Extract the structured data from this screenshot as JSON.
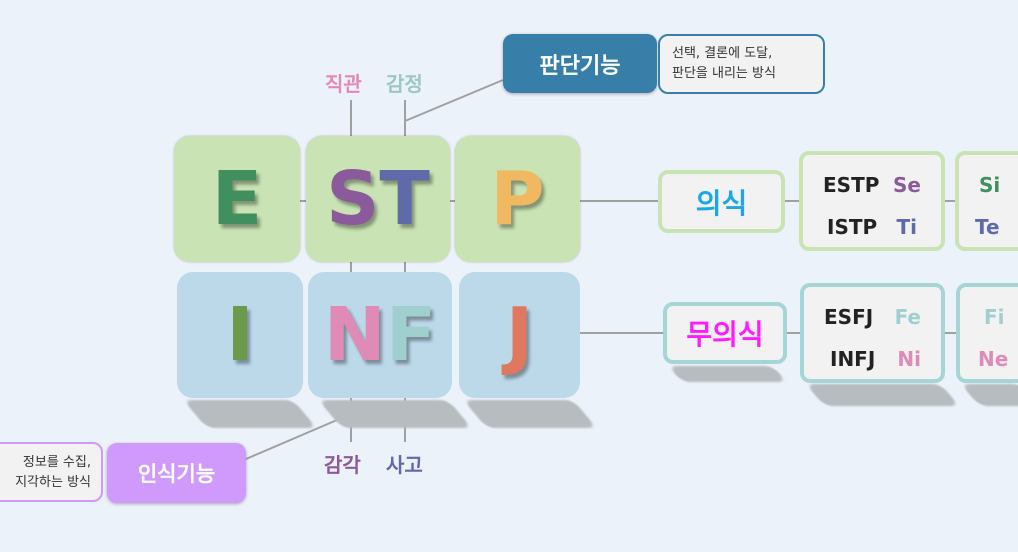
{
  "top_labels": {
    "intuition": "직관",
    "feeling": "감정"
  },
  "bottom_labels": {
    "sensing": "감각",
    "thinking": "사고"
  },
  "judging": {
    "title": "판단기능",
    "desc_line1": "선택, 결론에 도달,",
    "desc_line2": "판단을 내리는 방식"
  },
  "perceiving": {
    "title": "인식기능",
    "desc_line1": "정보를 수집,",
    "desc_line2": "지각하는 방식"
  },
  "letters": {
    "E": "E",
    "S": "S",
    "T": "T",
    "P": "P",
    "I": "I",
    "N": "N",
    "F": "F",
    "J": "J"
  },
  "conscious": {
    "label": "의식",
    "type1": "ESTP",
    "fn1": "Se",
    "type2": "ISTP",
    "fn2": "Ti",
    "next1": "Si",
    "next2": "Te"
  },
  "unconscious": {
    "label": "무의식",
    "type1": "ESFJ",
    "fn1": "Fe",
    "type2": "INFJ",
    "fn2": "Ni",
    "next1": "Fi",
    "next2": "Ne"
  },
  "colors": {
    "tile_green": "#c9e3b4",
    "tile_blue": "#bcd9ea",
    "judging": "#377fa8",
    "perceiving": "#cf9afc",
    "conscious_text": "#1aa8e8",
    "unconscious_text": "#ff1aff"
  }
}
